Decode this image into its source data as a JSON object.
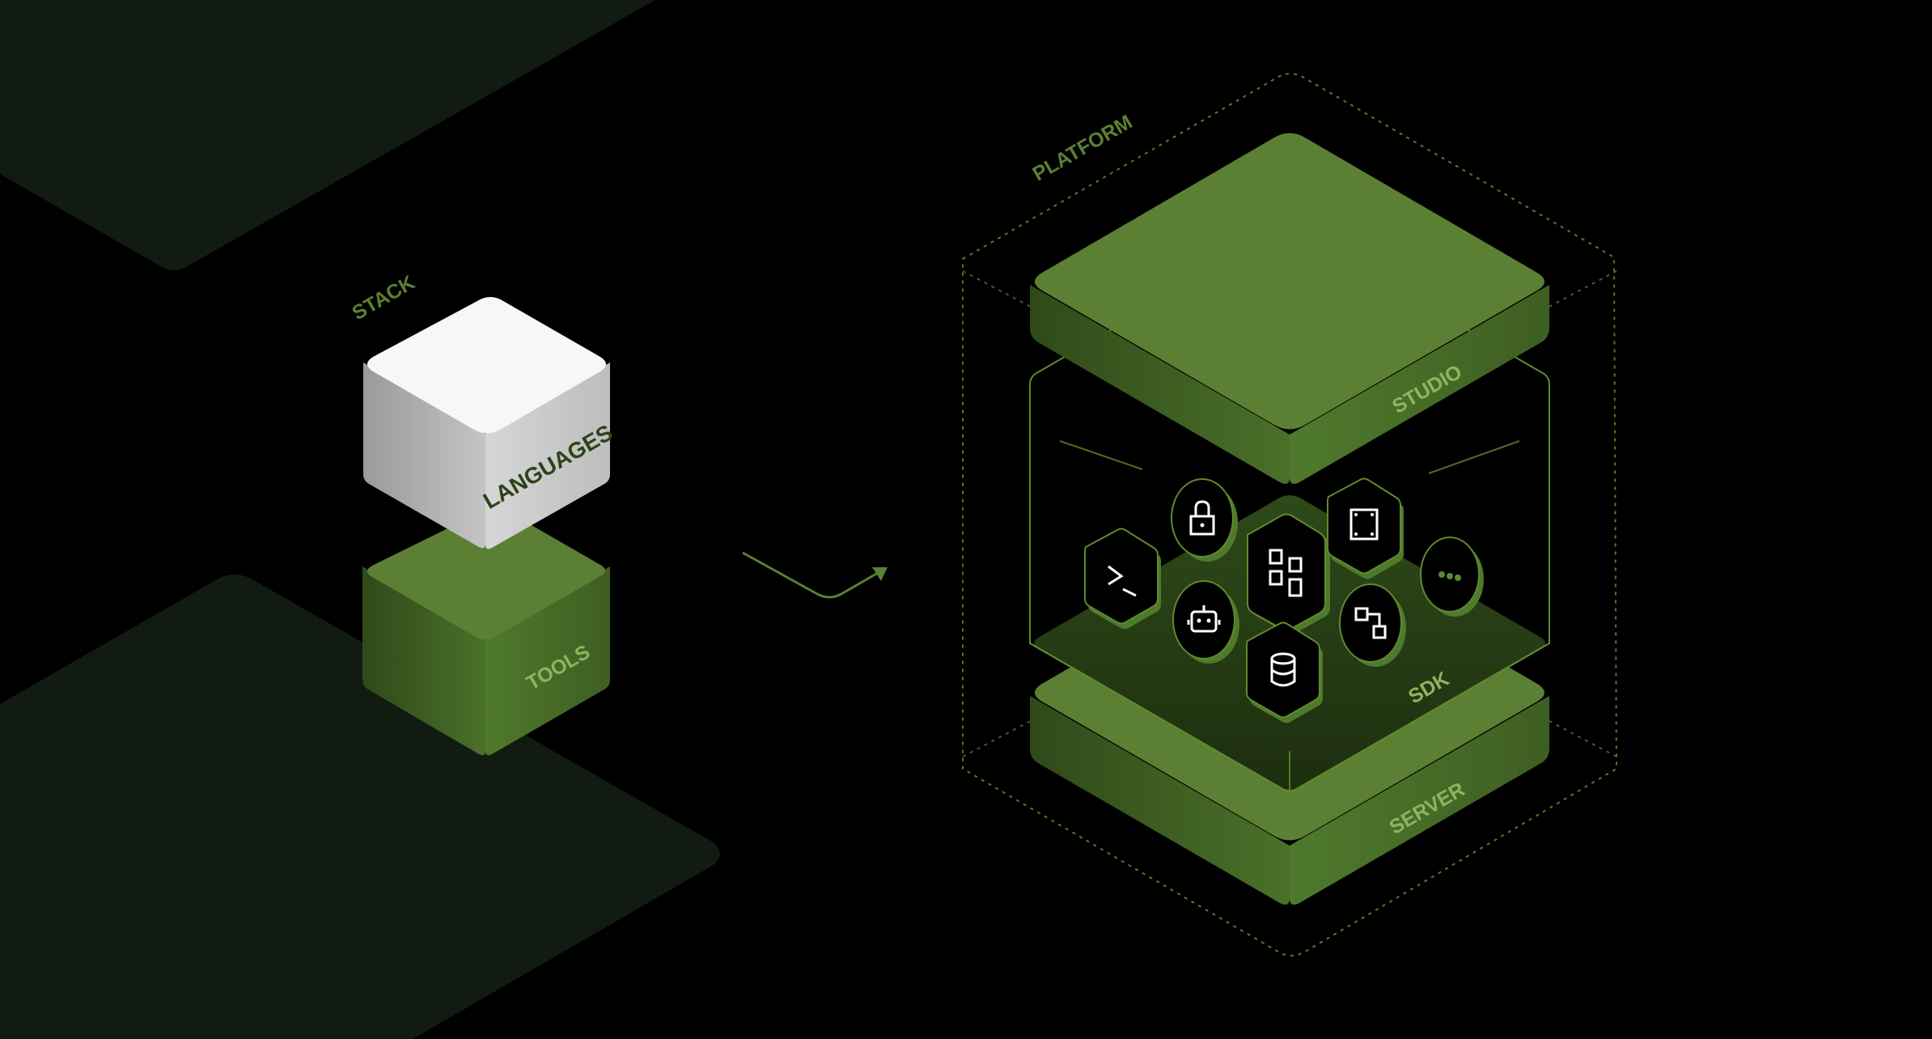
{
  "colors": {
    "background": "#000000",
    "decor_plane": "#111b12",
    "accent_green": "#5b8033",
    "green_side_left": "#3f5c22",
    "green_side_right": "#4c6e2a",
    "white_top": "#f7f7f7",
    "label_green": "#5b8033",
    "label_dark": "#2c4318",
    "label_light": "#8fb45e",
    "outline_green": "#5f8a2e"
  },
  "stack": {
    "title": "STACK",
    "top_block": {
      "label": "LANGUAGES"
    },
    "bottom_block": {
      "label": "TOOLS"
    }
  },
  "platform": {
    "title": "PLATFORM",
    "layers": [
      {
        "id": "studio",
        "label": "STUDIO"
      },
      {
        "id": "sdk",
        "label": "SDK"
      },
      {
        "id": "server",
        "label": "SERVER"
      }
    ],
    "sdk_icons": [
      "terminal-icon",
      "lock-icon",
      "grid-icon",
      "frame-icon",
      "more-icon",
      "bot-icon",
      "workflow-icon",
      "database-icon"
    ]
  }
}
